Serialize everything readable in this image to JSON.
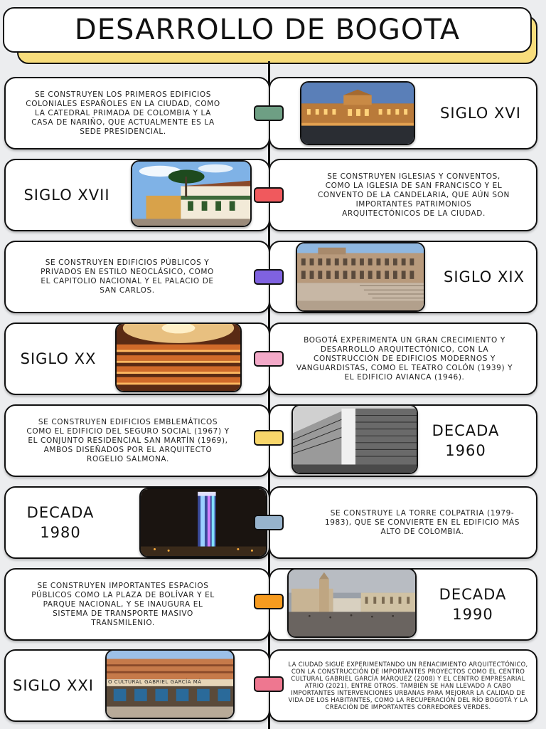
{
  "title": "DESARROLLO DE BOGOTA",
  "rows": [
    {
      "era": "SIGLO XVI",
      "era_line2": "",
      "description": "SE CONSTRUYEN LOS PRIMEROS EDIFICIOS COLONIALES ESPAÑOLES EN LA CIUDAD, COMO LA CATEDRAL PRIMADA DE COLOMBIA Y LA CASA DE NARIÑO, QUE ACTUALMENTE ES LA SEDE PRESIDENCIAL.",
      "marker_color": "#6e9f84"
    },
    {
      "era": "SIGLO XVII",
      "era_line2": "",
      "description": "SE CONSTRUYEN IGLESIAS Y CONVENTOS, COMO LA IGLESIA DE SAN FRANCISCO Y EL CONVENTO DE LA CANDELARIA, QUE AÚN SON IMPORTANTES PATRIMONIOS ARQUITECTÓNICOS DE LA CIUDAD.",
      "marker_color": "#f0595d"
    },
    {
      "era": "SIGLO XIX",
      "era_line2": "",
      "description": "SE CONSTRUYEN EDIFICIOS PÚBLICOS Y PRIVADOS EN ESTILO NEOCLÁSICO, COMO EL CAPITOLIO NACIONAL Y EL PALACIO DE SAN CARLOS.",
      "marker_color": "#7f62e0"
    },
    {
      "era": "SIGLO XX",
      "era_line2": "",
      "description": "BOGOTÁ EXPERIMENTA UN GRAN CRECIMIENTO Y DESARROLLO ARQUITECTÓNICO, CON LA CONSTRUCCIÓN DE EDIFICIOS MODERNOS Y VANGUARDISTAS, COMO EL TEATRO COLÓN (1939) Y EL EDIFICIO AVIANCA (1946).",
      "marker_color": "#f3a9c8"
    },
    {
      "era": "DECADA",
      "era_line2": "1960",
      "description": "SE CONSTRUYEN EDIFICIOS EMBLEMÁTICOS COMO EL EDIFICIO DEL SEGURO SOCIAL (1967) Y EL CONJUNTO RESIDENCIAL SAN MARTÍN (1969), AMBOS DISEÑADOS POR EL ARQUITECTO ROGELIO SALMONA.",
      "marker_color": "#f8d66a"
    },
    {
      "era": "DECADA",
      "era_line2": "1980",
      "description": "SE CONSTRUYE LA TORRE COLPATRIA (1979-1983), QUE SE CONVIERTE EN EL EDIFICIO MÁS ALTO DE COLOMBIA.",
      "marker_color": "#97b3cc"
    },
    {
      "era": "DECADA",
      "era_line2": "1990",
      "description": "SE CONSTRUYEN IMPORTANTES ESPACIOS PÚBLICOS COMO LA PLAZA DE BOLÍVAR Y EL PARQUE NACIONAL, Y SE INAUGURA EL SISTEMA DE TRANSPORTE MASIVO TRANSMILENIO.",
      "marker_color": "#f79b1f"
    },
    {
      "era": "SIGLO XXI",
      "era_line2": "",
      "description": "LA CIUDAD SIGUE EXPERIMENTANDO UN RENACIMIENTO ARQUITECTÓNICO, CON LA CONSTRUCCIÓN DE IMPORTANTES PROYECTOS COMO EL CENTRO CULTURAL GABRIEL GARCÍA MÁRQUEZ (2008) Y EL CENTRO EMPRESARIAL ATRIO (2021), ENTRE OTROS. TAMBIÉN SE HAN LLEVADO A CABO IMPORTANTES INTERVENCIONES URBANAS PARA MEJORAR LA CALIDAD DE VIDA DE LOS HABITANTES, COMO LA RECUPERACIÓN DEL RÍO BOGOTÁ Y LA CREACIÓN DE IMPORTANTES CORREDORES VERDES.",
      "photo_sign": "O CULTURAL GABRIEL GARCÍA MÁ",
      "marker_color": "#ee7790"
    }
  ]
}
